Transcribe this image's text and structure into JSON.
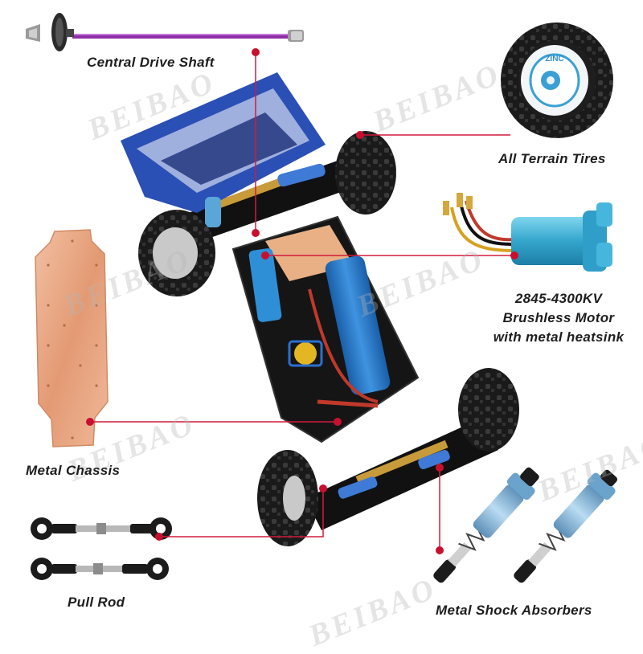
{
  "labels": {
    "drive_shaft": "Central Drive Shaft",
    "tires": "All Terrain Tires",
    "motor_line1": "2845-4300KV",
    "motor_line2": "Brushless Motor",
    "motor_line3": "with metal heatsink",
    "chassis": "Metal Chassis",
    "pull_rod": "Pull Rod",
    "shocks": "Metal Shock Absorbers"
  },
  "watermark": "BEIBAO",
  "tire_brand": "ZINC",
  "colors": {
    "leader_line": "#d21b3c",
    "body_blue": "#2a4fb5",
    "shaft_purple": "#8d2fa8",
    "copper": "#e6a27d",
    "motor_blue": "#3fb0d6",
    "shock_blue": "#7cb4d8"
  }
}
